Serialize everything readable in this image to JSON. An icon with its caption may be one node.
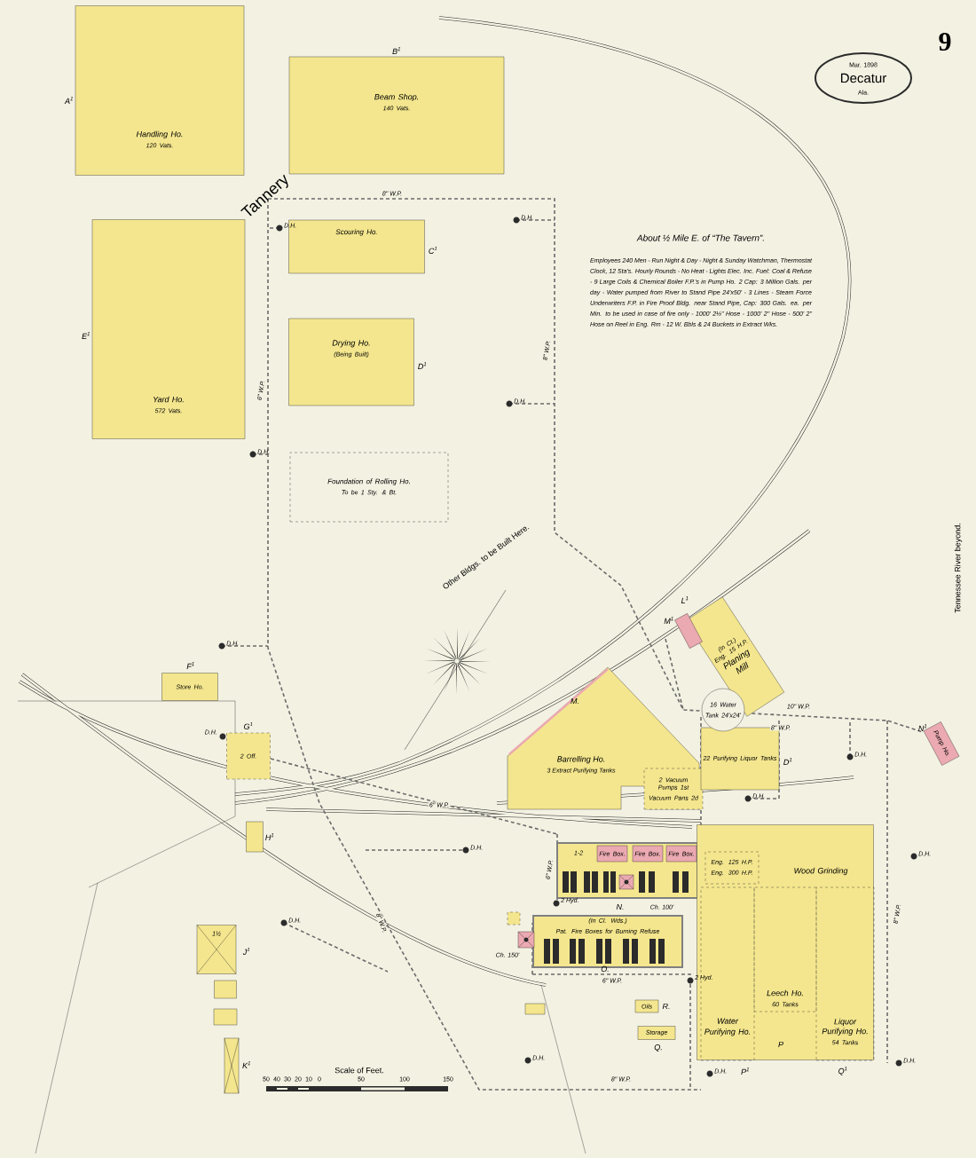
{
  "diagram": {
    "nodes": [
      {
        "text": [
          "Handling Ho.",
          "120 Vats."
        ],
        "beside": [
          "A$^{1}$"
        ]
      },
      {
        "text": [
          "Beam Shop.",
          "140 Vats."
        ],
        "beside": [
          "B$^{1}$"
        ]
      },
      {
        "text": [
          "Scouring Ho."
        ],
        "beside": [
          "C$^{1}$"
        ]
      },
      {
        "text": [
          "Drying Ho.",
          "(Being Built)"
        ],
        "beside": [
          "D$^{1}$"
        ]
      },
      {
        "text": [
          "Yard Ho.",
          "572 Vats."
        ],
        "beside": [
          "E$^{1}$"
        ]
      },
      {
        "text": [
          "Foundation of Rolling Ho.",
          "To be 1 Sty. & Bt."
        ]
      },
      {
        "text": [
          "Store Ho."
        ],
        "beside": [
          "F$^{1}$"
        ]
      },
      {
        "text": [
          "2 Off."
        ],
        "beside": [
          "G$^{1}$"
        ]
      },
      {
        "text": [
          "Barrelling Ho.",
          "3 Extract Purifying Tanks"
        ],
        "beside": [
          "M."
        ]
      },
      {
        "text": [
          "2 Vacuum Pumps 1st",
          "Vacuum Pans 2d"
        ],
        "in": 8
      },
      {
        "text": [
          "22 Purifying Liquor Tanks"
        ],
        "beside": [
          "D$^{1}$"
        ]
      },
      {
        "text": [
          "(In Ct.)",
          "Eng. 15 H.P.",
          "Planing Mill"
        ],
        "beside": [
          "L$^{1}$"
        ]
      },
      {
        "text": [],
        "shape": "box",
        "beside": [
          "M$^{1}$"
        ]
      },
      {
        "text": [
          "16 Water Tank 24'x24'"
        ]
      },
      {
        "text": [
          "Pump Ho."
        ],
        "beside": [
          "N$^{1}$"
        ]
      },
      {
        "text": [
          "1-2"
        ],
        "beside": [
          "N."
        ]
      },
      {
        "text": [
          "Fire Box."
        ],
        "in": 15
      },
      {
        "text": [
          "Fire Box."
        ],
        "in": 15
      },
      {
        "text": [
          "Fire Box."
        ],
        "in": 15
      },
      {
        "text": [
          "(In Cl. Wds.)",
          "Pat. Fire Boxes for Burning Refuse"
        ],
        "beside": [
          "O."
        ]
      },
      {
        "text": [
          "Wood Grinding"
        ]
      },
      {
        "text": [
          "Eng. 125 H.P.",
          "Eng. 300 H.P."
        ],
        "in": 20
      },
      {
        "text": [
          "Water Purifying Ho."
        ],
        "in": 20,
        "beside": [
          "P$^{1}$"
        ]
      },
      {
        "text": [
          "Leech Ho.",
          "60 Tanks"
        ],
        "in": 20,
        "beside": [
          "P"
        ]
      },
      {
        "text": [
          "Liquor Purifying Ho.",
          "54 Tanks"
        ],
        "in": 20,
        "beside": [
          "Q$^{1}$"
        ]
      },
      {
        "text": [
          "Oils"
        ],
        "beside": [
          "R."
        ]
      },
      {
        "text": [
          "Storage"
        ],
        "beside": [
          "Q."
        ]
      },
      {
        "text": [
          "1½"
        ],
        "beside": [
          "J$^{1}$"
        ]
      },
      {
        "text": [],
        "shape": "box",
        "beside": [
          "K$^{1}$"
        ]
      },
      {
        "text": [],
        "shape": "box",
        "beside": [
          "H$^{1}$"
        ]
      },
      {
        "text": [],
        "shape": "box"
      },
      {
        "text": [],
        "shape": "box"
      },
      {
        "text": [],
        "shape": "box"
      },
      {
        "text": [],
        "shape": "box"
      }
    ],
    "labels": [
      "9",
      "Mar. 1898",
      "Decatur",
      "Ala.",
      "Tannery",
      "8\" W.P.",
      "D.H.",
      "D.H.",
      "About ½ Mile E. of “The Tavern”.",
      "Employees 240 Men - Run Night & Day - Night & Sunday Watchman, Thermostat Clock, 12 Sta's. Hourly Rounds - No Heat - Lights Elec. Inc. Fuel: Coal & Refuse - 9 Large Coils & Chemical Boiler F.P.'s in Pump Ho. 2 Cap: 3 Million Gals. per day - Water pumped from River to Stand Pipe 24'x50' - 3 Lines - Steam Force Underwriters F.P. in Fire Proof Bldg. near Stand Pipe, Cap: 300 Gals. ea. per Min. to be used in case of fire only - 1000' 2½\" Hose - 1000' 2\" Hose - 500' 2\" Hose on Reel in Eng. Rm - 12 W. Bbls & 24 Buckets in Extract Wks.",
      "6\" W.P.",
      "8\" W.P.",
      "D.H.",
      "D.H.",
      "Other Bldgs. to be Built Here.",
      "Tennessee River beyond.",
      "D.H.",
      "10\" W.P.",
      "8\" W.P.",
      "D.H.",
      "D.H.",
      "D.H.",
      "6\" W.P.",
      "D.H.",
      "D.H.",
      "6\" W.P.",
      "Ch. 100'",
      "2 Hyd.",
      "D.H.",
      "8\" W.P.",
      "8\" W.P.",
      "Ch. 150'",
      "6\" W.P.",
      "2 Hyd.",
      "D.H.",
      "Scale of Feet.",
      "50",
      "40",
      "30",
      "20",
      "10",
      "0",
      "50",
      "100",
      "150",
      "D.H.",
      "8\" W.P.",
      "D.H."
    ]
  }
}
